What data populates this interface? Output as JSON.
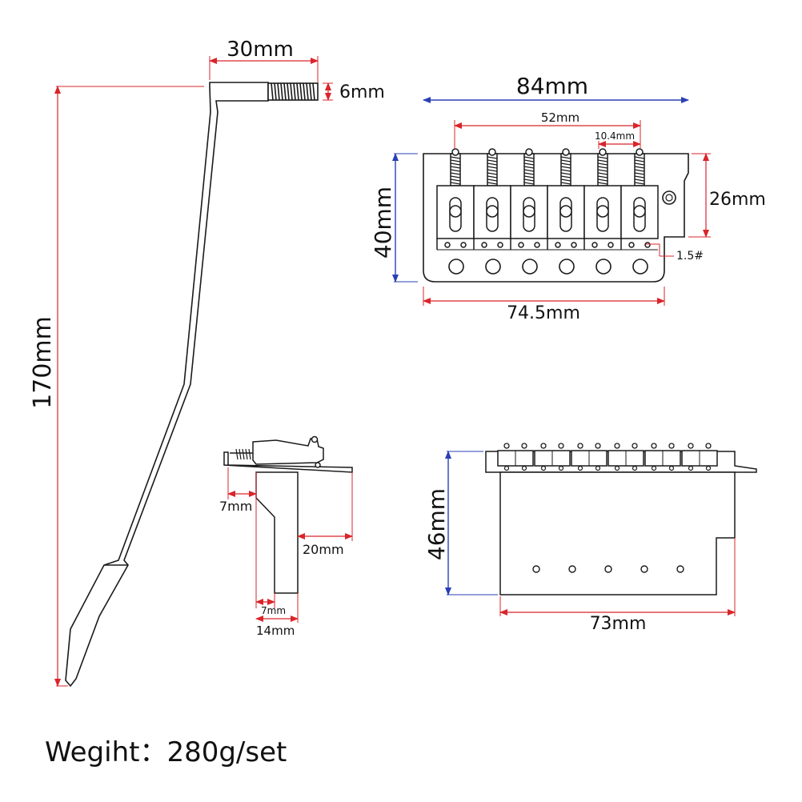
{
  "dimensions": {
    "arm_thread_length": "30mm",
    "arm_thread_diameter": "6mm",
    "arm_height": "170mm",
    "bridge_total_width": "84mm",
    "saddle_span": "52mm",
    "saddle_spacing": "10.4mm",
    "bridge_depth": "40mm",
    "side_height": "26mm",
    "screw_size": "1.5#",
    "base_width": "74.5mm",
    "side_notch_top": "7mm",
    "block_height": "20mm",
    "block_thickness_inner": "7mm",
    "block_thickness": "14mm",
    "block_total_height": "46mm",
    "block_width": "73mm"
  },
  "weight_label": "Wegiht：280g/set",
  "colors": {
    "dimension_red": "#d9252a",
    "dimension_blue": "#2b3fb5",
    "outline": "#1a1a1a"
  }
}
